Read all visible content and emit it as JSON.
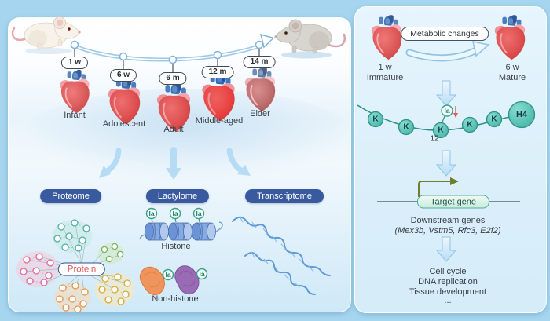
{
  "left_panel": {
    "timeline": {
      "ages": [
        "1 w",
        "6 w",
        "6 m",
        "12 m",
        "14 m"
      ],
      "stages": [
        "Infant",
        "Adolescent",
        "Adult",
        "Middle-aged",
        "Elder"
      ]
    },
    "omics": [
      "Proteome",
      "Lactylome",
      "Transcriptome"
    ],
    "proteome": {
      "hub": "Protein"
    },
    "lactylome": {
      "histone": "Histone",
      "non_histone": "Non-histone"
    }
  },
  "right_panel": {
    "maturation": {
      "badge": "Metabolic changes",
      "left_age": "1 w",
      "left_state": "Immature",
      "right_age": "6 w",
      "right_state": "Mature"
    },
    "chain": {
      "residue": "K",
      "histone": "H4",
      "site": "12"
    },
    "gene": {
      "target": "Target gene",
      "downstream_title": "Downstream genes",
      "downstream_list": "(Mex3b, Vstm5, Rfc3, E2f2)"
    },
    "outcomes": [
      "Cell cycle",
      "DNA replication",
      "Tissue development",
      "..."
    ]
  },
  "shared": {
    "la": "la"
  },
  "colors": {
    "accent_navy": "#3a5a9f",
    "accent_teal": "#45b5a8",
    "accent_red": "#e05858",
    "panel_blue": "#d8eefb"
  }
}
